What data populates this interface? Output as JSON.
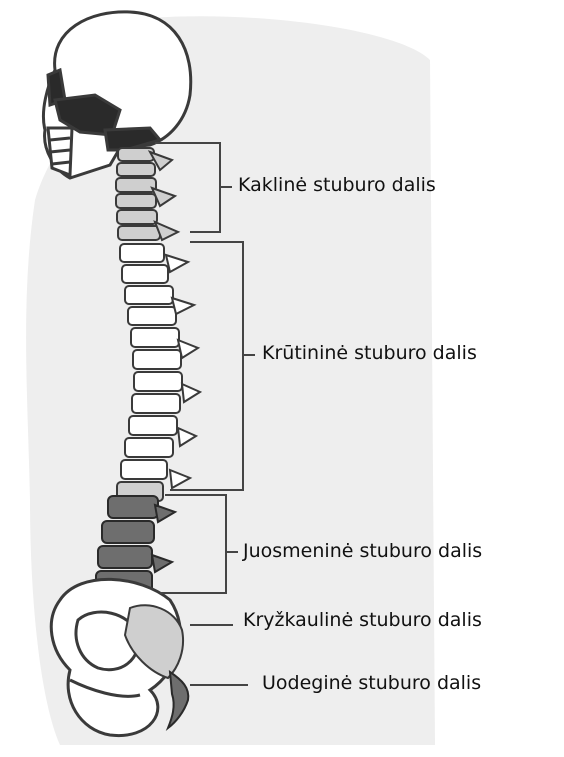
{
  "regions": [
    {
      "id": "cervical",
      "label": "Kaklinė stuburo dalis"
    },
    {
      "id": "thoracic",
      "label": "Krūtininė stuburo dalis"
    },
    {
      "id": "lumbar",
      "label": "Juosmeninė stuburo dalis"
    },
    {
      "id": "sacral",
      "label": "Kryžkaulinė stuburo dalis"
    },
    {
      "id": "coccyx",
      "label": "Uodeginė stuburo dalis"
    }
  ],
  "colors": {
    "body_silhouette": "#eeeeee",
    "bone_light": "#ffffff",
    "bone_mid": "#cfcfcf",
    "bone_dark": "#6e6e6e",
    "outline": "#3a3a3a",
    "bracket": "#444444"
  }
}
